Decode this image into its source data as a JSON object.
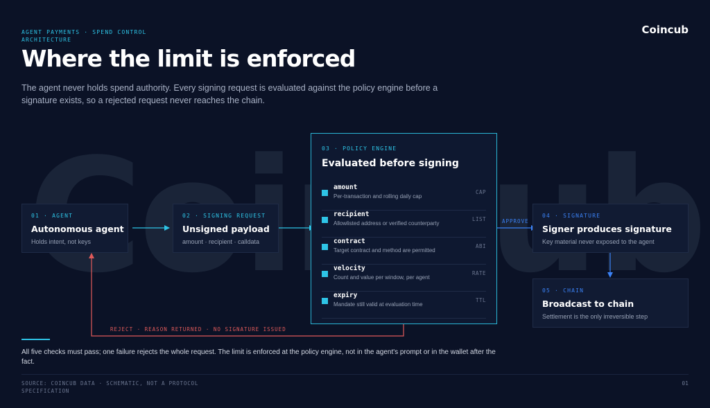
{
  "header": {
    "eyebrow": "AGENT PAYMENTS · SPEND CONTROL ARCHITECTURE",
    "brand": "Coincub",
    "title": "Where the limit is enforced",
    "subtitle": "The agent never holds spend authority. Every signing request is evaluated against the policy engine before a signature exists, so a rejected request never reaches the chain."
  },
  "watermark": "Coincub",
  "nodes": {
    "agent": {
      "tag": "01 · AGENT",
      "name": "Autonomous agent",
      "desc": "Holds intent, not keys"
    },
    "signing": {
      "tag": "02 · SIGNING REQUEST",
      "name": "Unsigned payload",
      "desc": "amount · recipient · calldata"
    },
    "signature": {
      "tag": "04 · SIGNATURE",
      "name": "Signer produces signature",
      "desc": "Key material never exposed to the agent"
    },
    "chain": {
      "tag": "05 · CHAIN",
      "name": "Broadcast to chain",
      "desc": "Settlement is the only irreversible step"
    }
  },
  "policy": {
    "tag": "03 · POLICY ENGINE",
    "title": "Evaluated before signing",
    "checks": [
      {
        "name": "amount",
        "desc": "Per-transaction and rolling daily cap",
        "code": "CAP"
      },
      {
        "name": "recipient",
        "desc": "Allowlisted address or verified counterparty",
        "code": "LIST"
      },
      {
        "name": "contract",
        "desc": "Target contract and method are permitted",
        "code": "ABI"
      },
      {
        "name": "velocity",
        "desc": "Count and value per window, per agent",
        "code": "RATE"
      },
      {
        "name": "expiry",
        "desc": "Mandate still valid at evaluation time",
        "code": "TTL"
      }
    ]
  },
  "edges": {
    "approve": "APPROVE",
    "reject": "REJECT · REASON RETURNED · NO SIGNATURE ISSUED"
  },
  "footer": {
    "note": "All five checks must pass; one failure rejects the whole request. The limit is enforced at the policy engine, not in the agent's prompt or in the wallet after the fact.",
    "source": "SOURCE: COINCUB DATA · SCHEMATIC, NOT A PROTOCOL SPECIFICATION",
    "page": "01"
  },
  "colors": {
    "background": "#0b1226",
    "accent_cyan": "#2ec4e6",
    "accent_blue": "#3b82f6",
    "reject_red": "#e05a5a"
  }
}
